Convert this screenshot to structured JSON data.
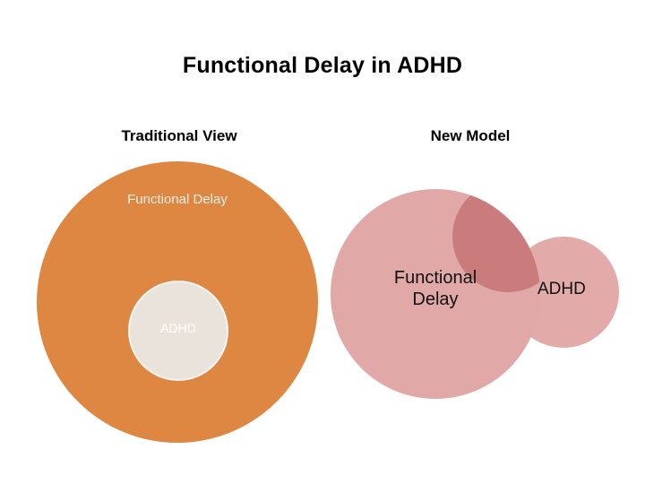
{
  "slide": {
    "title": "Functional Delay in ADHD",
    "background_color": "#FFFFFF"
  },
  "columns": {
    "left": {
      "heading": "Traditional View"
    },
    "right": {
      "heading": "New Model"
    }
  },
  "diagram": {
    "traditional_view": {
      "outer_circle": {
        "label": "Functional Delay",
        "fill_color": "#DE8742",
        "label_color": "#F7F0E8"
      },
      "inner_circle": {
        "label": "ADHD",
        "fill_color": "#EAE3DC",
        "label_color": "#FFFFFF"
      },
      "relationship": "containment"
    },
    "new_model": {
      "large_circle": {
        "label": "Functional\nDelay",
        "fill_color": "#E0A8A6",
        "label_color": "#111111"
      },
      "small_circle": {
        "label": "ADHD",
        "fill_color": "#E2ABA9",
        "label_color": "#111111",
        "outline_color": "#FFFFFF"
      },
      "overlap": {
        "fill_color": "#C97C7B"
      },
      "relationship": "partial-overlap"
    }
  }
}
